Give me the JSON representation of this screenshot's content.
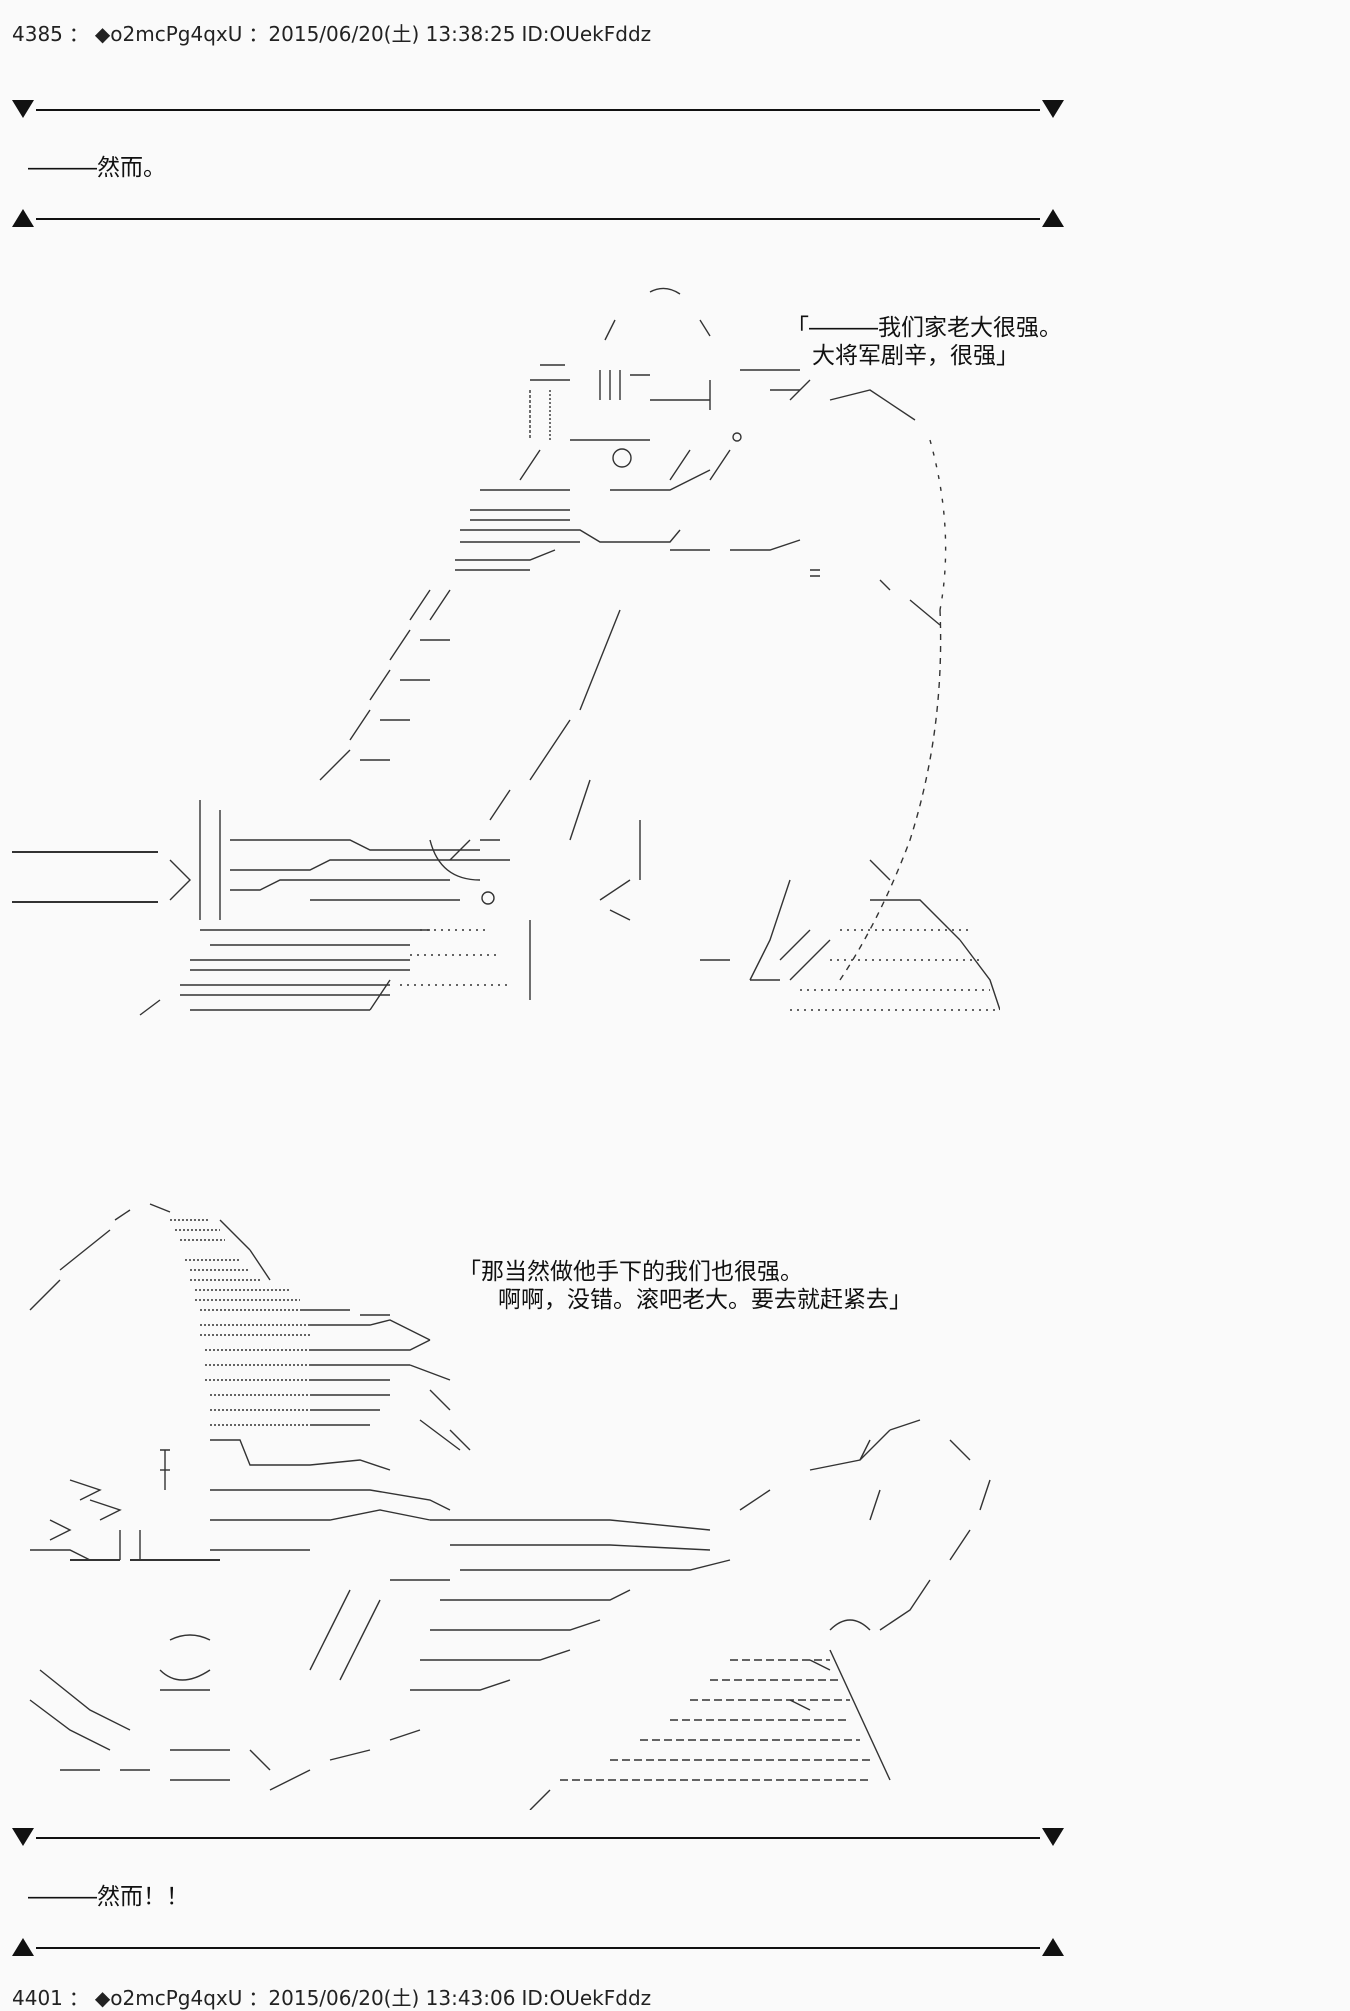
{
  "posts": [
    {
      "number": "4385",
      "separator": "：",
      "name": "◆o2mcPg4qxU",
      "date": "：2015/06/20(土) 13:38:25",
      "id": "ID:OUekFddz"
    },
    {
      "number": "4401",
      "separator": "：",
      "name": "◆o2mcPg4qxU",
      "date": "：2015/06/20(土) 13:43:06",
      "id": "ID:OUekFddz"
    }
  ],
  "narration": {
    "first": "―――然而。",
    "second": "―――然而！！"
  },
  "speech": {
    "first_line1": "「―――我们家老大很强。",
    "first_line2": "大将军剧辛，很强」",
    "second_line1": "「那当然做他手下的我们也很强。",
    "second_line2": "啊啊，没错。滚吧老大。要去就赶紧去」"
  },
  "art": {
    "panel1_icon": "ascii-art-warrior-bowing-icon",
    "panel2_icon": "ascii-art-warrior-charging-icon"
  }
}
